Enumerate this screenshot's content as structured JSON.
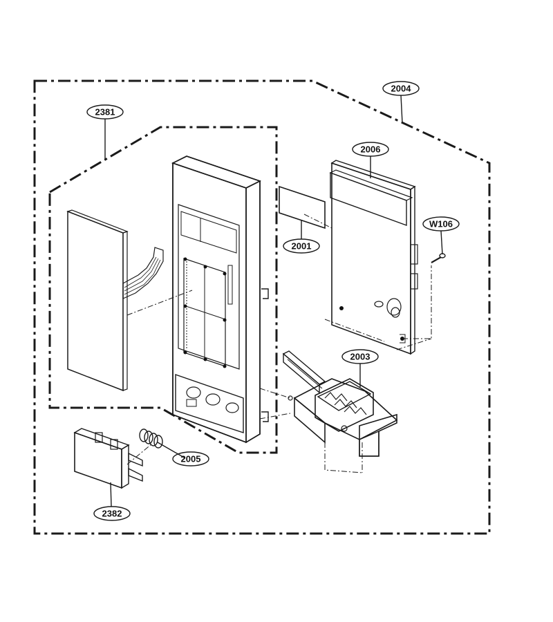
{
  "diagram": {
    "type": "exploded-parts-diagram",
    "callouts": [
      {
        "id": "c2004",
        "label": "2004"
      },
      {
        "id": "c2381",
        "label": "2381"
      },
      {
        "id": "c2006",
        "label": "2006"
      },
      {
        "id": "cW106",
        "label": "W106"
      },
      {
        "id": "c2001",
        "label": "2001"
      },
      {
        "id": "c2003",
        "label": "2003"
      },
      {
        "id": "c2005",
        "label": "2005"
      },
      {
        "id": "c2382",
        "label": "2382"
      }
    ],
    "colors": {
      "line": "#1a1a1a",
      "panel_fill": "#ffffff",
      "shade": "#d9d9d9",
      "dark_fill": "#111111"
    }
  }
}
